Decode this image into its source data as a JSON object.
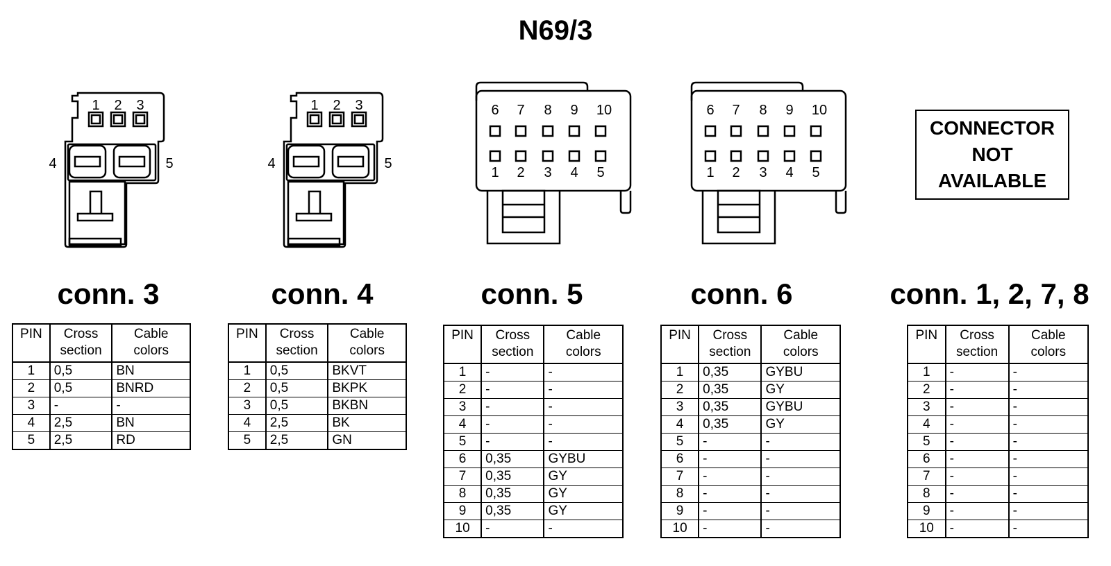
{
  "title": "N69/3",
  "not_available": [
    "CONNECTOR",
    "NOT",
    "AVAILABLE"
  ],
  "headers": {
    "pin": "PIN",
    "cross": [
      "Cross",
      "section"
    ],
    "colors": [
      "Cable",
      "colors"
    ]
  },
  "pin_labels_top3": [
    "1",
    "2",
    "3"
  ],
  "pin_labels_side": [
    "4",
    "5"
  ],
  "pin_labels_top5": [
    "6",
    "7",
    "8",
    "9",
    "10"
  ],
  "pin_labels_bottom5": [
    "1",
    "2",
    "3",
    "4",
    "5"
  ],
  "connectors": [
    {
      "label": "conn. 3",
      "rows": [
        [
          "1",
          "0,5",
          "BN"
        ],
        [
          "2",
          "0,5",
          "BNRD"
        ],
        [
          "3",
          "-",
          "-"
        ],
        [
          "4",
          "2,5",
          "BN"
        ],
        [
          "5",
          "2,5",
          "RD"
        ]
      ]
    },
    {
      "label": "conn. 4",
      "rows": [
        [
          "1",
          "0,5",
          "BKVT"
        ],
        [
          "2",
          "0,5",
          "BKPK"
        ],
        [
          "3",
          "0,5",
          "BKBN"
        ],
        [
          "4",
          "2,5",
          "BK"
        ],
        [
          "5",
          "2,5",
          "GN"
        ]
      ]
    },
    {
      "label": "conn. 5",
      "rows": [
        [
          "1",
          "-",
          "-"
        ],
        [
          "2",
          "-",
          "-"
        ],
        [
          "3",
          "-",
          "-"
        ],
        [
          "4",
          "-",
          "-"
        ],
        [
          "5",
          "-",
          "-"
        ],
        [
          "6",
          "0,35",
          "GYBU"
        ],
        [
          "7",
          "0,35",
          "GY"
        ],
        [
          "8",
          "0,35",
          "GY"
        ],
        [
          "9",
          "0,35",
          "GY"
        ],
        [
          "10",
          "-",
          "-"
        ]
      ]
    },
    {
      "label": "conn. 6",
      "rows": [
        [
          "1",
          "0,35",
          "GYBU"
        ],
        [
          "2",
          "0,35",
          "GY"
        ],
        [
          "3",
          "0,35",
          "GYBU"
        ],
        [
          "4",
          "0,35",
          "GY"
        ],
        [
          "5",
          "-",
          "-"
        ],
        [
          "6",
          "-",
          "-"
        ],
        [
          "7",
          "-",
          "-"
        ],
        [
          "8",
          "-",
          "-"
        ],
        [
          "9",
          "-",
          "-"
        ],
        [
          "10",
          "-",
          "-"
        ]
      ]
    },
    {
      "label": "conn. 1, 2, 7, 8",
      "rows": [
        [
          "1",
          "-",
          "-"
        ],
        [
          "2",
          "-",
          "-"
        ],
        [
          "3",
          "-",
          "-"
        ],
        [
          "4",
          "-",
          "-"
        ],
        [
          "5",
          "-",
          "-"
        ],
        [
          "6",
          "-",
          "-"
        ],
        [
          "7",
          "-",
          "-"
        ],
        [
          "8",
          "-",
          "-"
        ],
        [
          "9",
          "-",
          "-"
        ],
        [
          "10",
          "-",
          "-"
        ]
      ]
    }
  ]
}
